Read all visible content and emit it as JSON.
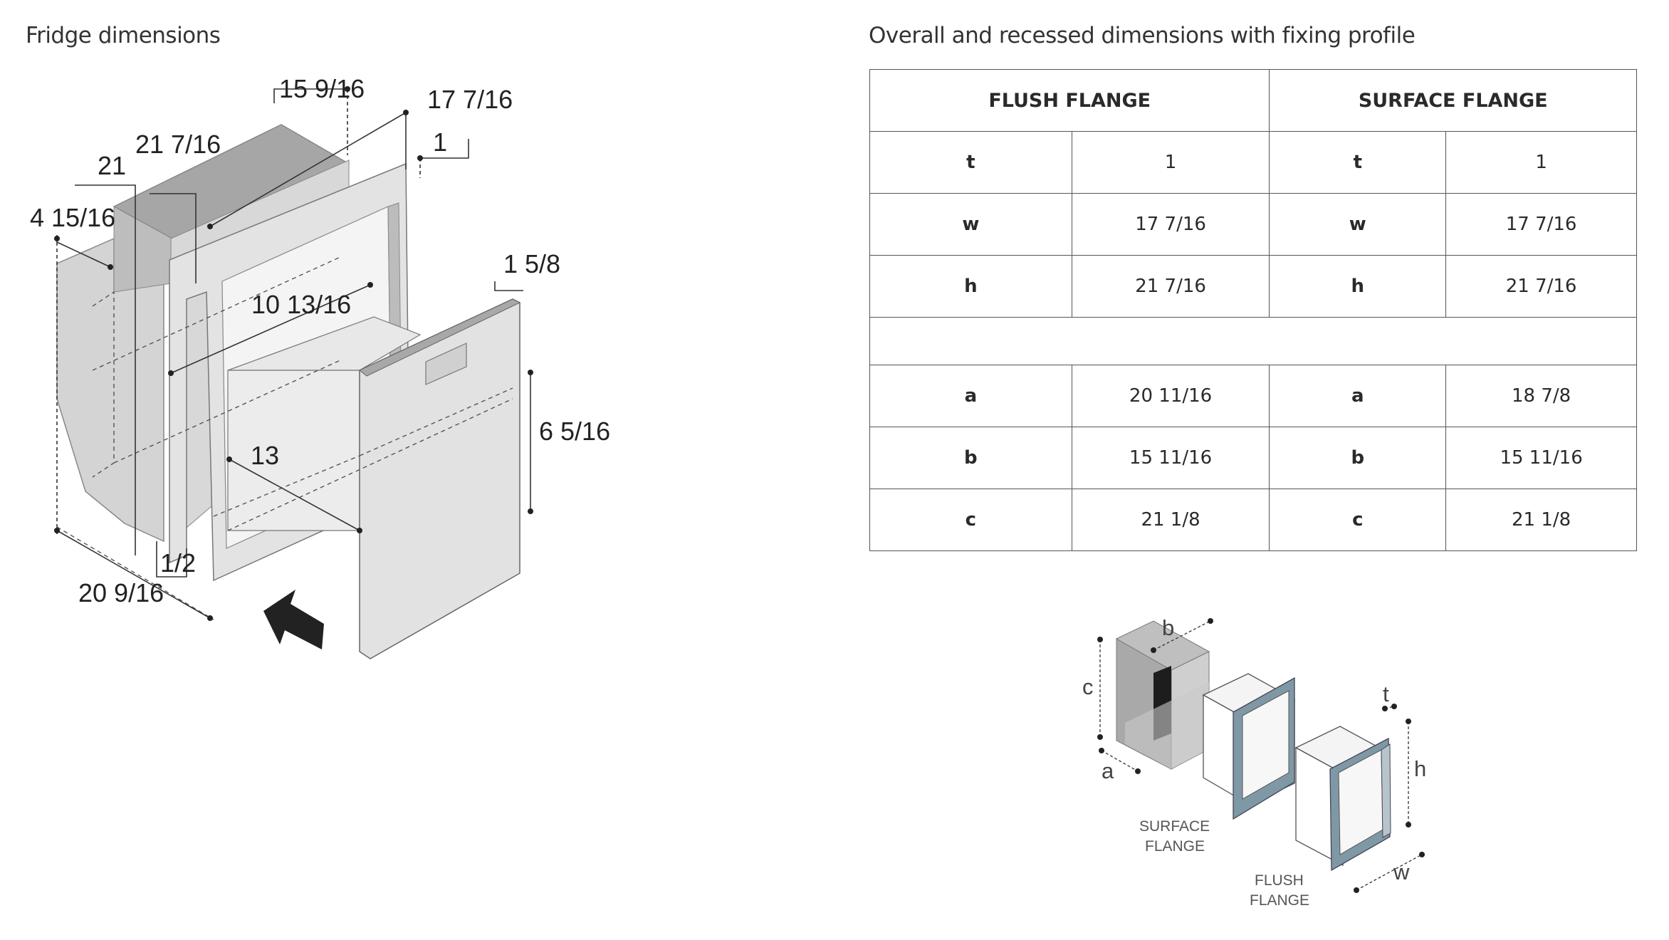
{
  "left_heading": "Fridge dimensions",
  "right_heading": "Overall and recessed dimensions with fixing profile",
  "fridge_dimensions": {
    "d1": "15 9/16",
    "d2": "17 7/16",
    "d3": "1",
    "d4": "21 7/16",
    "d5": "21",
    "d6": "4 15/16",
    "d7": "1 5/8",
    "d8": "10 13/16",
    "d9": "6 5/16",
    "d10": "13",
    "d11": "1/2",
    "d12": "20 9/16"
  },
  "table": {
    "headers": [
      "FLUSH FLANGE",
      "SURFACE FLANGE"
    ],
    "rows_top": [
      [
        "t",
        "1",
        "t",
        "1"
      ],
      [
        "w",
        "17 7/16",
        "w",
        "17 7/16"
      ],
      [
        "h",
        "21 7/16",
        "h",
        "21 7/16"
      ]
    ],
    "rows_bottom": [
      [
        "a",
        "20 11/16",
        "a",
        "18 7/8"
      ],
      [
        "b",
        "15 11/16",
        "b",
        "15 11/16"
      ],
      [
        "c",
        "21 1/8",
        "c",
        "21 1/8"
      ]
    ]
  },
  "flange_diagram": {
    "b": "b",
    "c": "c",
    "a": "a",
    "t": "t",
    "h": "h",
    "w": "w",
    "surface_label_1": "SURFACE",
    "surface_label_2": "FLANGE",
    "flush_label_1": "FLUSH",
    "flush_label_2": "FLANGE"
  },
  "colors": {
    "body_grey": "#d9d9d9",
    "dark_grey": "#9b9b9b",
    "flange_blue": "#7f98a6",
    "line": "#333333"
  }
}
